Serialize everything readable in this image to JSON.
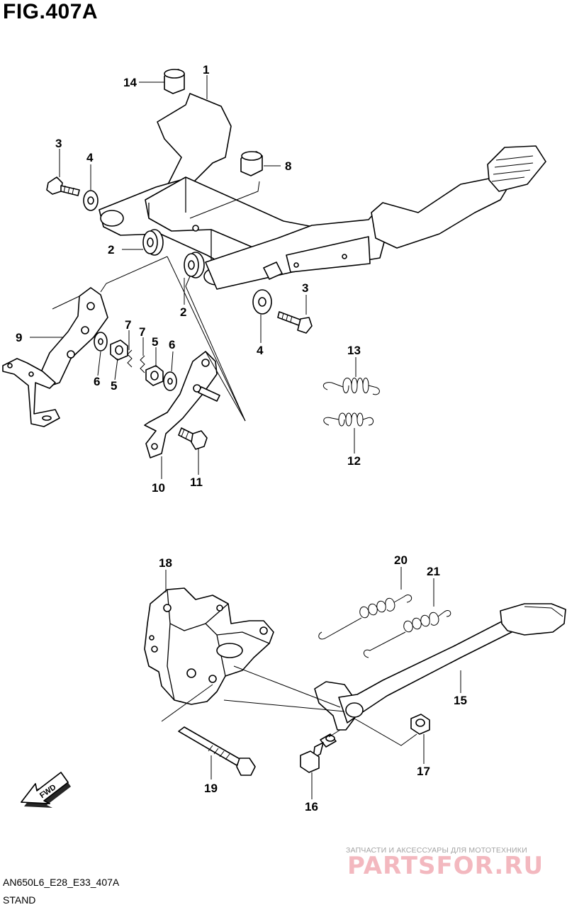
{
  "figure": {
    "title": "FIG.407A",
    "model_code": "AN650L6_E28_E33_407A",
    "section": "STAND"
  },
  "part_labels": [
    "1",
    "2",
    "2",
    "3",
    "3",
    "4",
    "4",
    "5",
    "5",
    "6",
    "6",
    "7",
    "7",
    "8",
    "9",
    "10",
    "11",
    "12",
    "13",
    "14",
    "15",
    "16",
    "17",
    "18",
    "19",
    "20",
    "21"
  ],
  "fwd_label": "FWD",
  "watermark": {
    "tagline": "ЗАПЧАСТИ И АКСЕССУАРЫ ДЛЯ МОТОТЕХНИКИ",
    "brand": "PARTSFOR.RU"
  }
}
